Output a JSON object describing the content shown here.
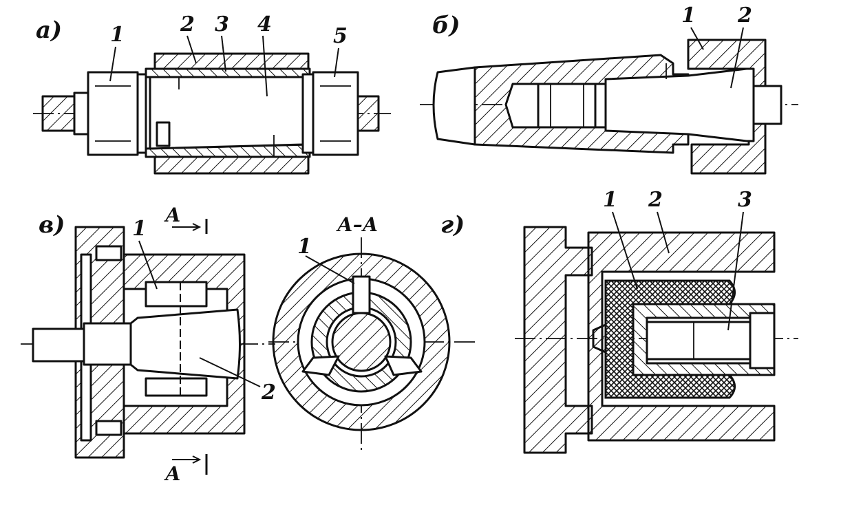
{
  "panels": {
    "a": {
      "label": "а)",
      "callouts": [
        "1",
        "2",
        "3",
        "4",
        "5"
      ]
    },
    "b": {
      "label": "б)",
      "callouts": [
        "1",
        "2"
      ]
    },
    "v": {
      "label": "в)",
      "callouts": [
        "1",
        "2"
      ],
      "section_marks": [
        "А",
        "А"
      ]
    },
    "section": {
      "label": "А–А",
      "callouts": [
        "1"
      ]
    },
    "g": {
      "label": "г)",
      "callouts": [
        "1",
        "2",
        "3"
      ]
    }
  }
}
